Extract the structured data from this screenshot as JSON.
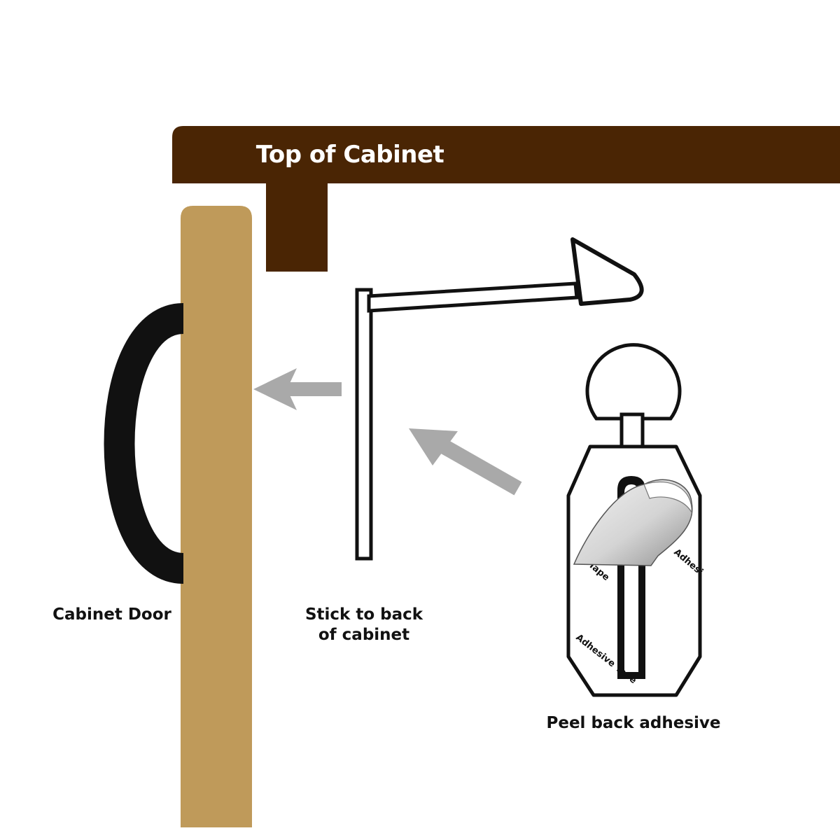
{
  "labels": {
    "top_of_cabinet": "Top of Cabinet",
    "cabinet_door": "Cabinet Door",
    "stick_line1": "Stick to back",
    "stick_line2": "of cabinet",
    "peel_back": "Peel back adhesive",
    "tape_text_1": "Adhesive Tape",
    "tape_text_2": "Tape",
    "tape_text_3": "Adhesi"
  },
  "colors": {
    "cabinet_top": "#4a2504",
    "cabinet_door": "#bf9a5a",
    "handle": "#111111",
    "arrow": "#a9a9a9",
    "outline": "#111111"
  }
}
